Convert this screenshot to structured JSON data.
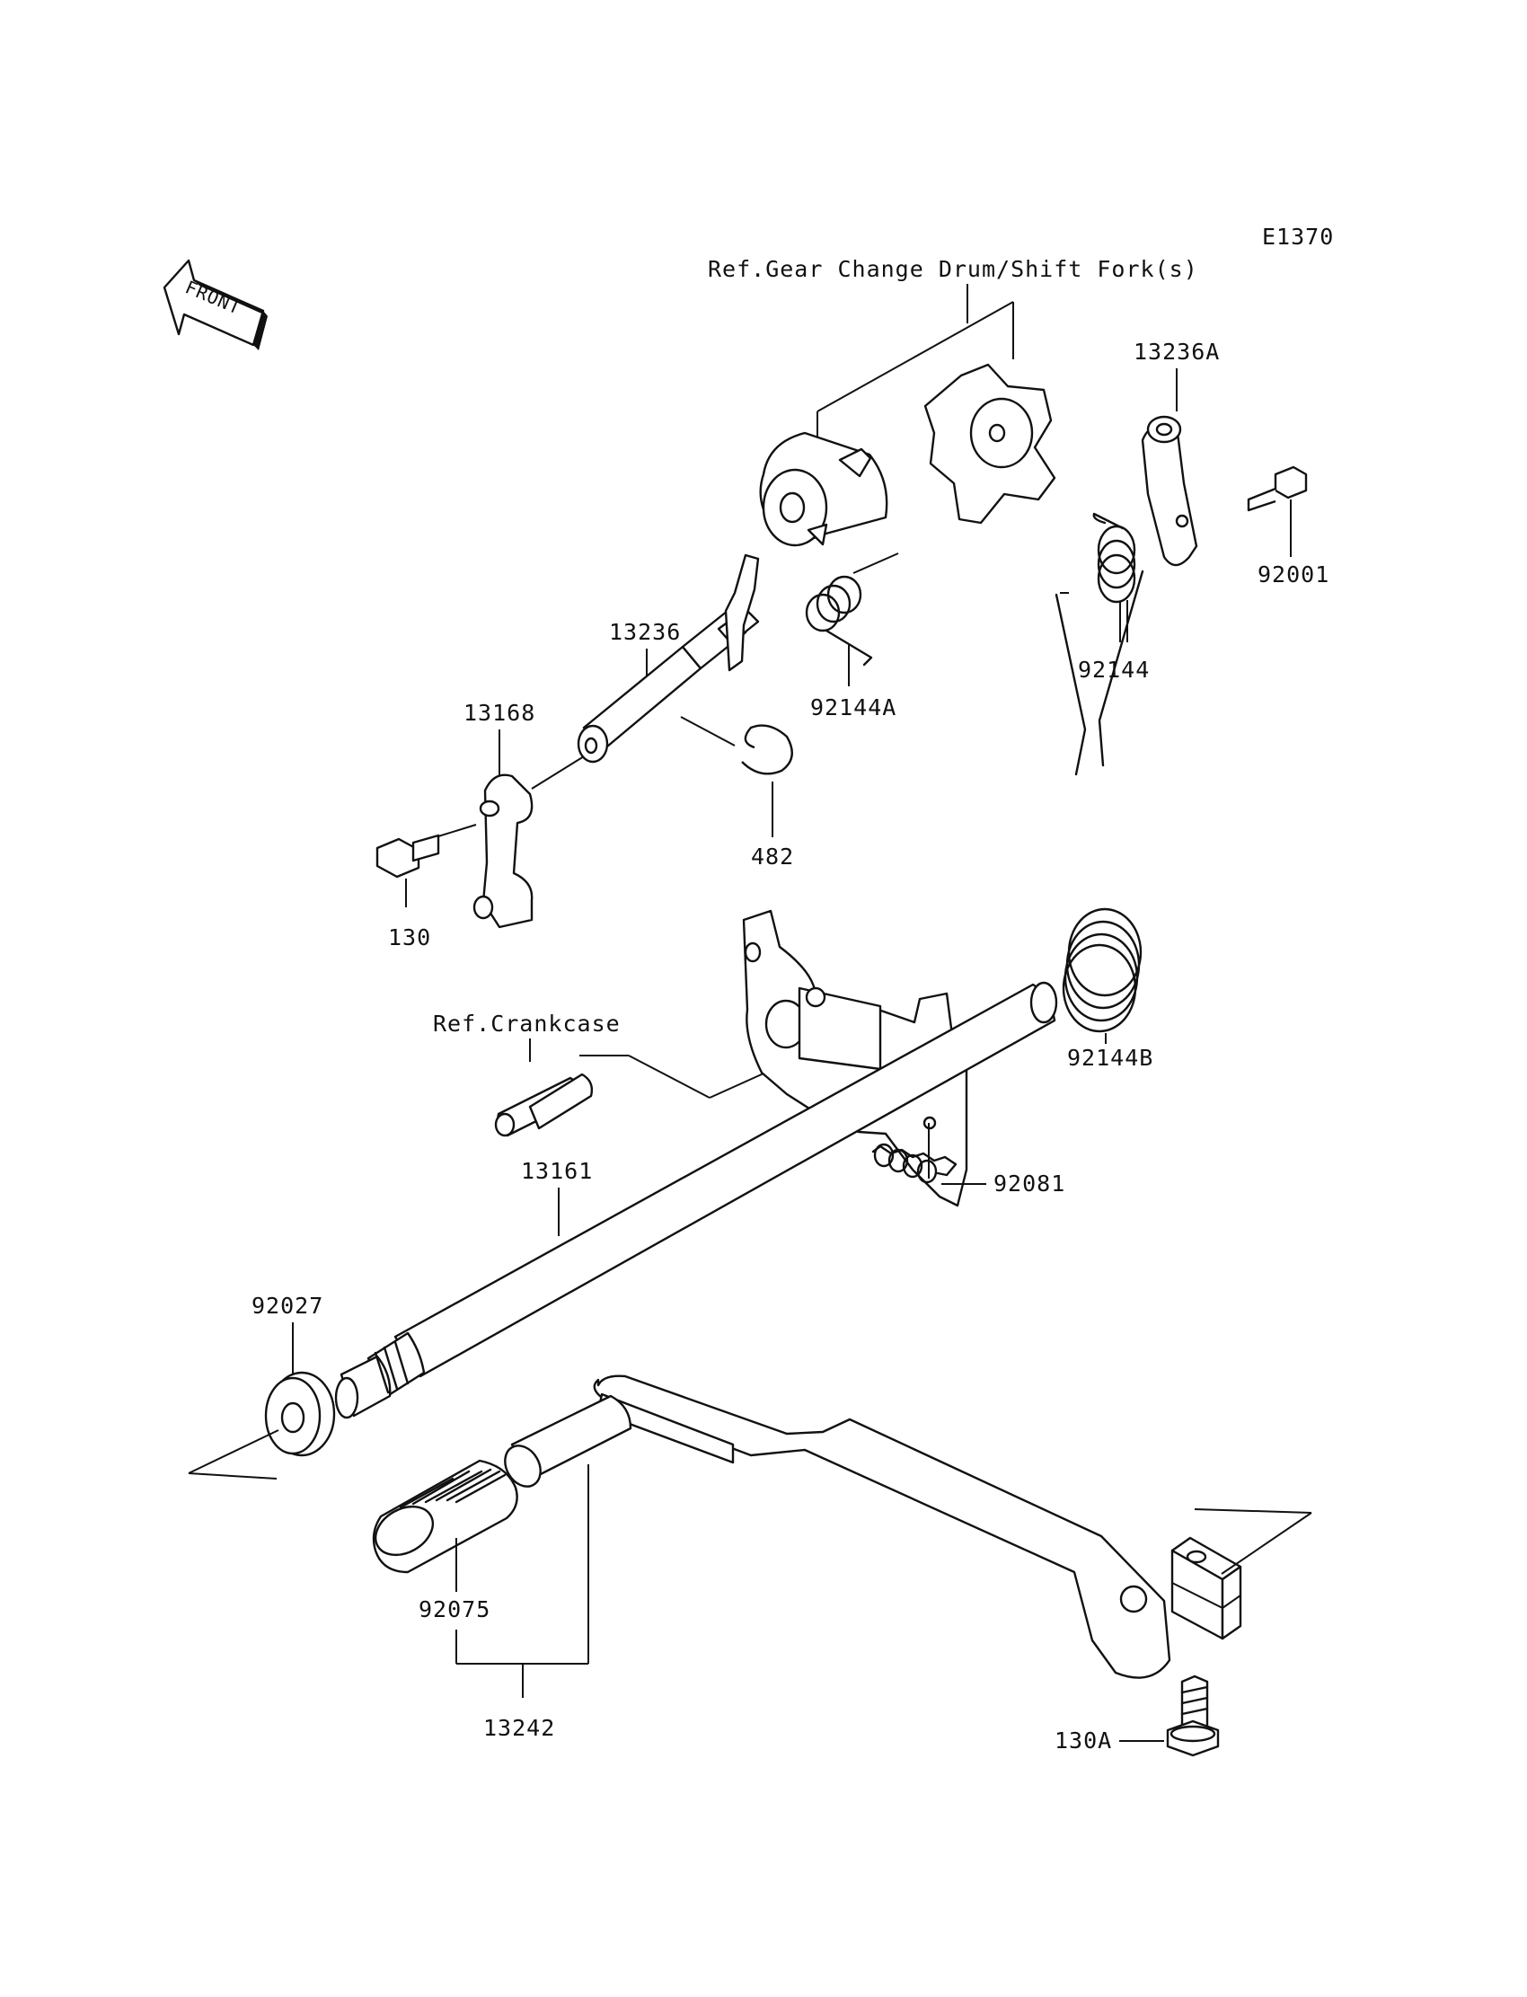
{
  "drawing_code": "E1370",
  "front_label": "FRONT",
  "refs": {
    "gear_change_drum": "Ref.Gear Change Drum/Shift Fork(s)",
    "crankcase": "Ref.Crankcase"
  },
  "parts": {
    "p13236A": "13236A",
    "p92001": "92001",
    "p92144": "92144",
    "p92144A": "92144A",
    "p13236": "13236",
    "p13168": "13168",
    "p482": "482",
    "p130": "130",
    "p92144B": "92144B",
    "p92081": "92081",
    "p13161": "13161",
    "p92027": "92027",
    "p92075": "92075",
    "p13242": "13242",
    "p130A": "130A"
  }
}
